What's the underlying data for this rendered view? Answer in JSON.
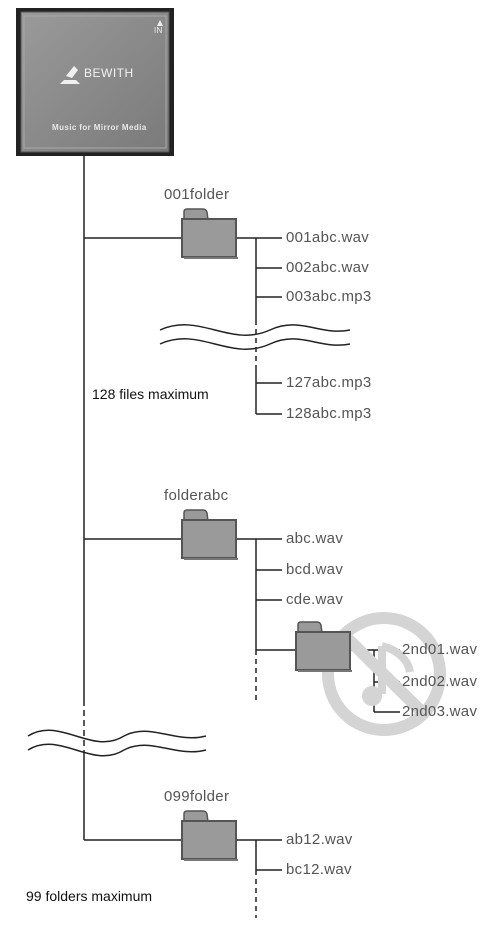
{
  "card": {
    "brand": "BEWITH",
    "tagline": "Music for Mirror Media",
    "in_label": "IN"
  },
  "folders": [
    {
      "name": "001folder",
      "files": [
        "001abc.wav",
        "002abc.wav",
        "003abc.mp3",
        "127abc.mp3",
        "128abc.mp3"
      ]
    },
    {
      "name": "folderabc",
      "files": [
        "abc.wav",
        "bcd.wav",
        "cde.wav"
      ],
      "subfolder": {
        "files": [
          "2nd01.wav",
          "2nd02.wav",
          "2nd03.wav"
        ],
        "prohibited_icon": "no-entry-icon"
      }
    },
    {
      "name": "099folder",
      "files": [
        "ab12.wav",
        "bc12.wav"
      ]
    }
  ],
  "notes": {
    "files_max": "128 files maximum",
    "folders_max": "99 folders maximum"
  }
}
